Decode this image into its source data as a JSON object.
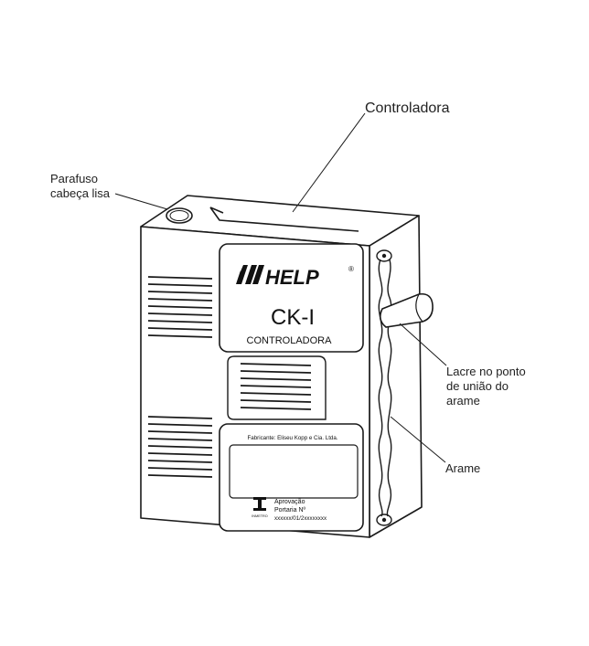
{
  "labels": {
    "controladora": "Controladora",
    "parafuso_line1": "Parafuso",
    "parafuso_line2": "cabeça lisa",
    "lacre_line1": "Lacre no ponto",
    "lacre_line2": "de união do",
    "lacre_line3": "arame",
    "arame": "Arame"
  },
  "panel": {
    "brand": "HELP",
    "registered_mark": "®",
    "model": "CK-I",
    "subtitle": "CONTROLADORA",
    "manufacturer": "Fabricante: Eliseu Kopp e Cia. Ltda.",
    "approval_line1": "Aprovação",
    "approval_line2": "Portaria Nº",
    "approval_line3": "xxxxxx/01/2xxxxxxxx",
    "inmetro": "INMETRO"
  },
  "colors": {
    "stroke": "#1a1a1a",
    "background": "#ffffff"
  }
}
